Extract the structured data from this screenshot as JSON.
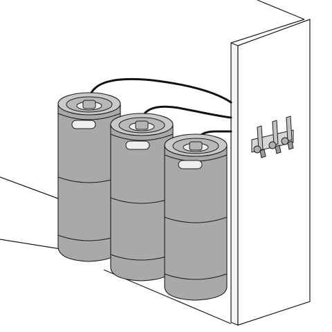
{
  "scene": {
    "subject": "kegerator-cutaway",
    "keg_count": 3,
    "tap_count": 3,
    "colors": {
      "background": "#ffffff",
      "outline": "#1a1a1a",
      "keg_body": "#a9a9a9",
      "keg_shadow": "#8e8e8e",
      "keg_top": "#c9c9c9",
      "handle_hole": "#efefef",
      "coupler": "#b5b5b5",
      "beer_line": "#111111",
      "cabinet_panel": "#ffffff",
      "tap_metal": "#c4c4c4"
    },
    "icons": [
      "keg-icon",
      "beer-line-icon",
      "tap-faucet-icon",
      "cabinet-icon"
    ]
  }
}
